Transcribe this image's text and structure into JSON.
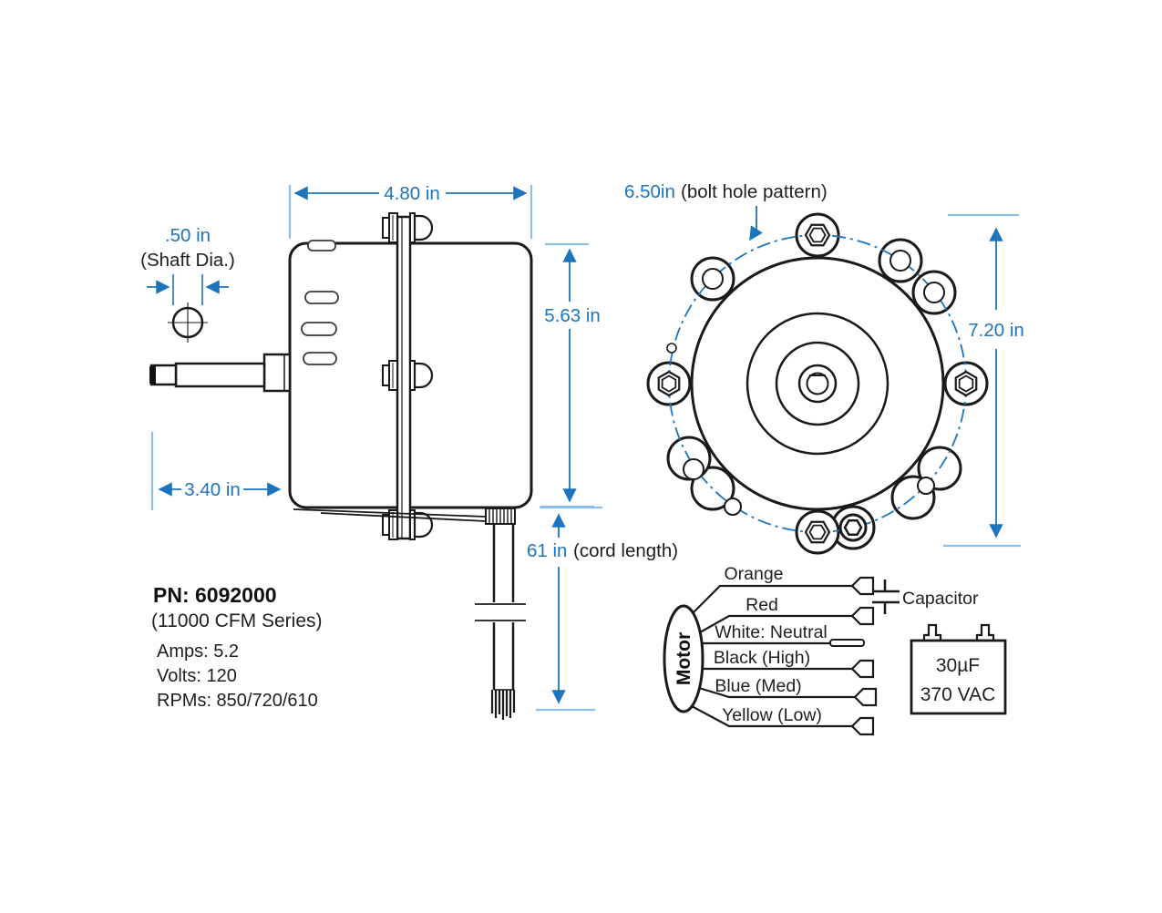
{
  "colors": {
    "dimension_blue": "#1c75bc",
    "extension_blue": "#8ebfe8",
    "line_black": "#1a1a1a"
  },
  "side_view": {
    "dim_width": "4.80 in",
    "dim_height": "5.63 in",
    "dim_shaft_length": "3.40 in",
    "shaft_dia_value": ".50 in",
    "shaft_dia_label": "(Shaft Dia.)",
    "cord_length_value": "61 in",
    "cord_length_label": "(cord length)"
  },
  "front_view": {
    "bolt_pattern_value": "6.50in",
    "bolt_pattern_label": "(bolt hole pattern)",
    "dim_diameter": "7.20 in"
  },
  "specs": {
    "part_number": "PN: 6092000",
    "series": "(11000 CFM Series)",
    "amps": "Amps: 5.2",
    "volts": "Volts: 120",
    "rpms": "RPMs: 850/720/610"
  },
  "wiring": {
    "motor_label": "Motor",
    "wires": [
      "Orange",
      "Red",
      "White: Neutral",
      "Black (High)",
      "Blue (Med)",
      "Yellow (Low)"
    ],
    "capacitor_label": "Capacitor",
    "capacitor_uf": "30µF",
    "capacitor_vac": "370 VAC"
  }
}
